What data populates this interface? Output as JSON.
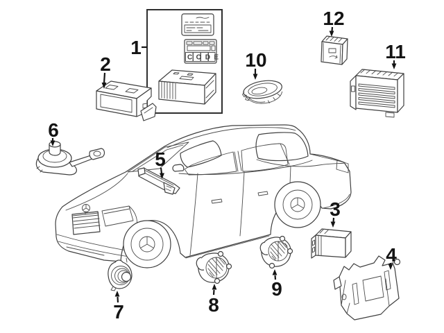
{
  "figure": {
    "background_color": "#ffffff",
    "line_color": "#3f3f3f",
    "number_color": "#141414",
    "description_visible_text_only": true
  },
  "callouts": [
    {
      "number": "1"
    },
    {
      "number": "2"
    },
    {
      "number": "3"
    },
    {
      "number": "4"
    },
    {
      "number": "5"
    },
    {
      "number": "6"
    },
    {
      "number": "7"
    },
    {
      "number": "8"
    },
    {
      "number": "9"
    },
    {
      "number": "10"
    },
    {
      "number": "11"
    },
    {
      "number": "12"
    }
  ],
  "radio": {
    "code_text": "CODE"
  }
}
